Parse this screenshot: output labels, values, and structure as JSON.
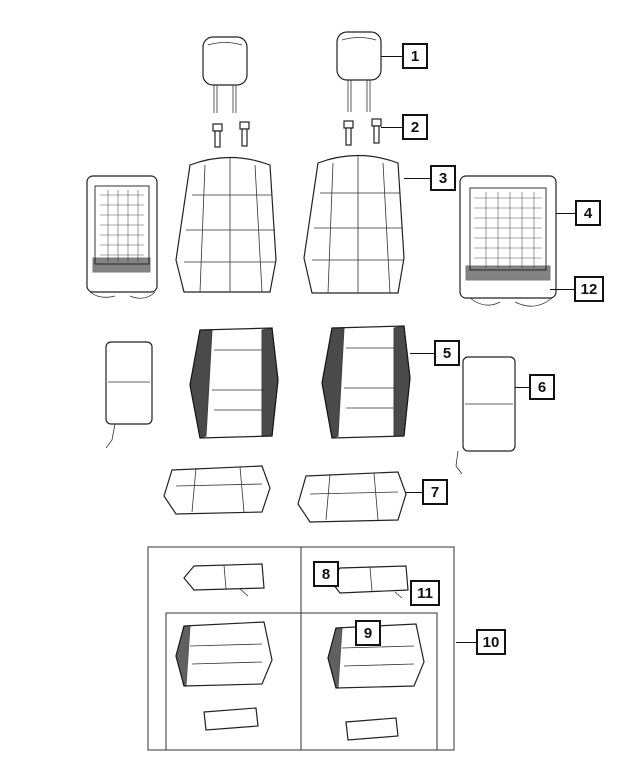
{
  "callouts": [
    {
      "id": "c1",
      "label": "1"
    },
    {
      "id": "c2",
      "label": "2"
    },
    {
      "id": "c3",
      "label": "3"
    },
    {
      "id": "c4",
      "label": "4"
    },
    {
      "id": "c12",
      "label": "12"
    },
    {
      "id": "c5",
      "label": "5"
    },
    {
      "id": "c6",
      "label": "6"
    },
    {
      "id": "c7",
      "label": "7"
    },
    {
      "id": "c8",
      "label": "8"
    },
    {
      "id": "c11",
      "label": "11"
    },
    {
      "id": "c9",
      "label": "9"
    },
    {
      "id": "c10",
      "label": "10"
    }
  ]
}
